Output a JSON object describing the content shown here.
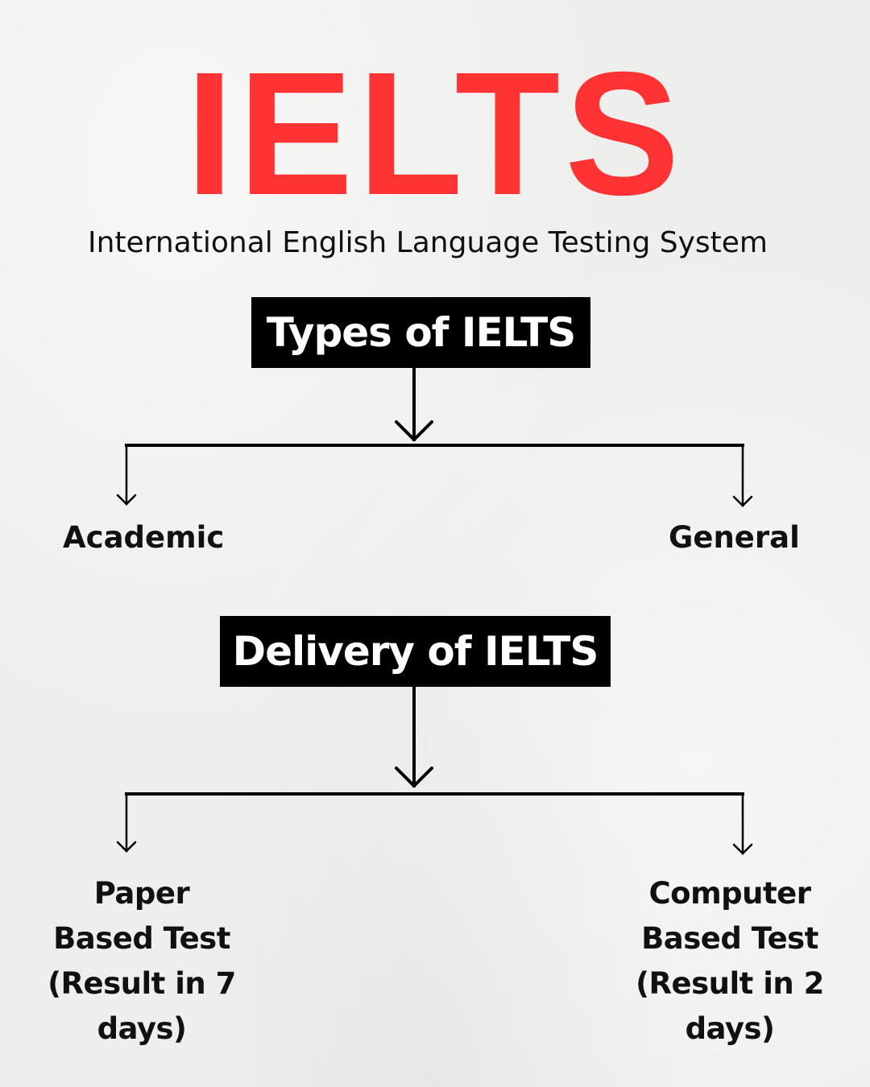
{
  "title": "IELTS",
  "subtitle": "International English Language Testing System",
  "colors": {
    "title": "#ff3333",
    "box_bg": "#000000",
    "box_text": "#ffffff",
    "text": "#111111"
  },
  "types": {
    "heading": "Types of IELTS",
    "left": "Academic",
    "right": "General"
  },
  "delivery": {
    "heading": "Delivery of IELTS",
    "left": [
      "Paper",
      "Based Test",
      "(Result in 7",
      "days)"
    ],
    "right": [
      "Computer",
      "Based Test",
      "(Result in 2",
      "days)"
    ]
  }
}
